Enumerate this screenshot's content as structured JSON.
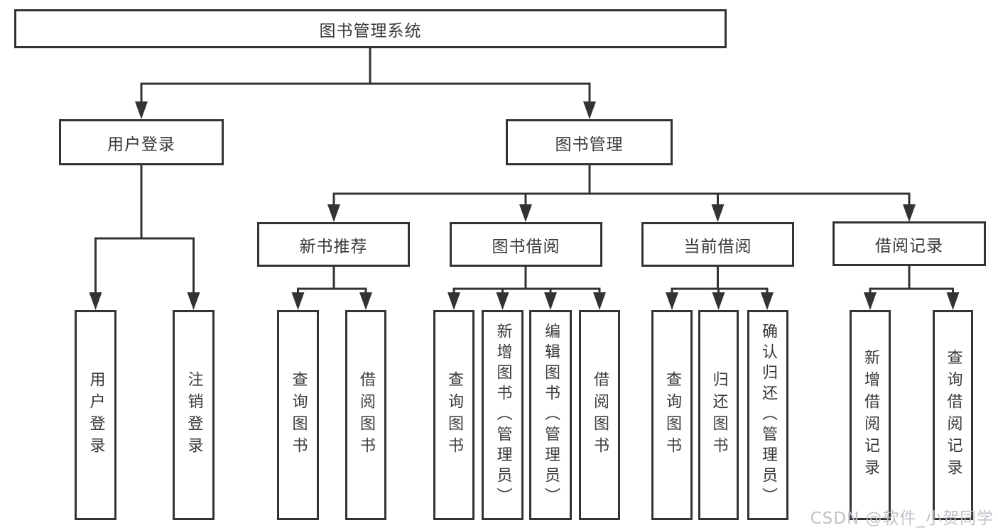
{
  "diagram": {
    "title_node": "图书管理系统",
    "level2": {
      "user_login": "用户登录",
      "book_management": "图书管理"
    },
    "level3": {
      "new_book_recommend": "新书推荐",
      "book_borrowing": "图书借阅",
      "current_borrowing": "当前借阅",
      "borrowing_records": "借阅记录"
    },
    "leaves": {
      "user_login": "用户登录",
      "logout": "注销登录",
      "nb_query_books": "查询图书",
      "nb_borrow_books": "借阅图书",
      "bb_query_books": "查询图书",
      "bb_add_books": "新增图书（管理员）",
      "bb_edit_books": "编辑图书（管理员）",
      "bb_borrow_books": "借阅图书",
      "cb_query_books": "查询图书",
      "cb_return_books": "归还图书",
      "cb_confirm_return": "确认归还（管理员）",
      "br_add_record": "新增借阅记录",
      "br_query_record": "查询借阅记录"
    },
    "watermark": "CSDN @软件_小贺同学",
    "colors": {
      "line": "#333333",
      "text": "#3a3a3a",
      "box_background": "#ffffff",
      "watermark": "#bcc0c6"
    }
  }
}
